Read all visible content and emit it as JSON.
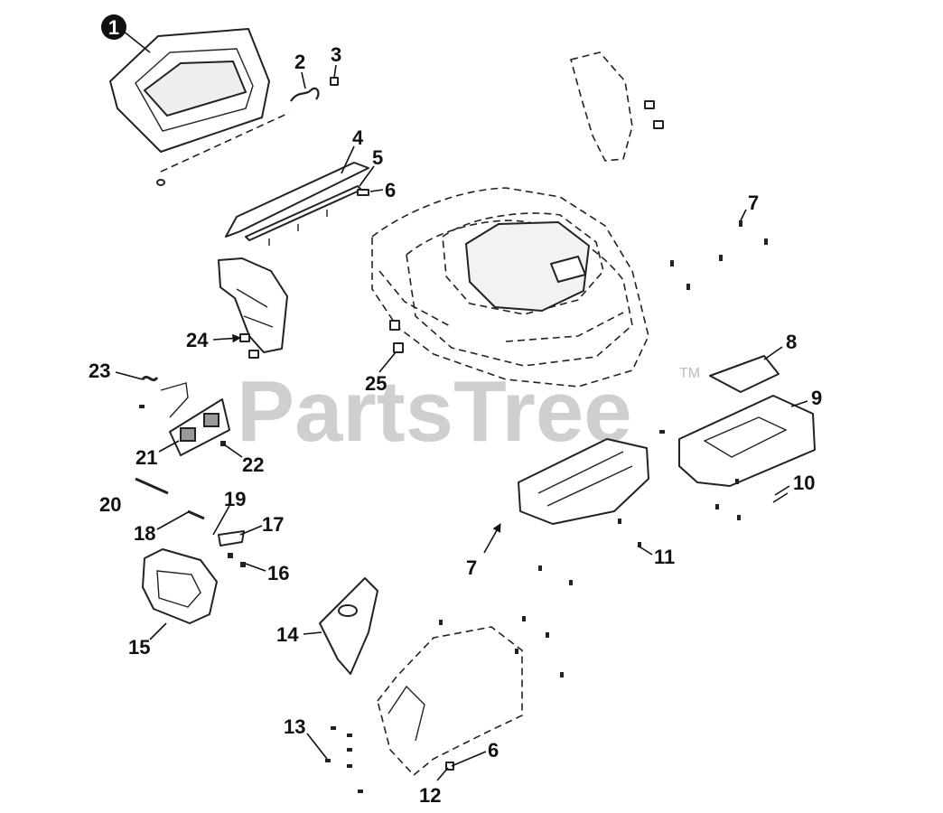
{
  "watermark": {
    "text": "PartsTree",
    "trademark": "TM"
  },
  "callouts": [
    "1",
    "2",
    "3",
    "4",
    "5",
    "6",
    "7",
    "8",
    "9",
    "10",
    "11",
    "12",
    "13",
    "14",
    "15",
    "16",
    "17",
    "18",
    "19",
    "20",
    "21",
    "22",
    "23",
    "24",
    "25",
    "7",
    "6"
  ]
}
